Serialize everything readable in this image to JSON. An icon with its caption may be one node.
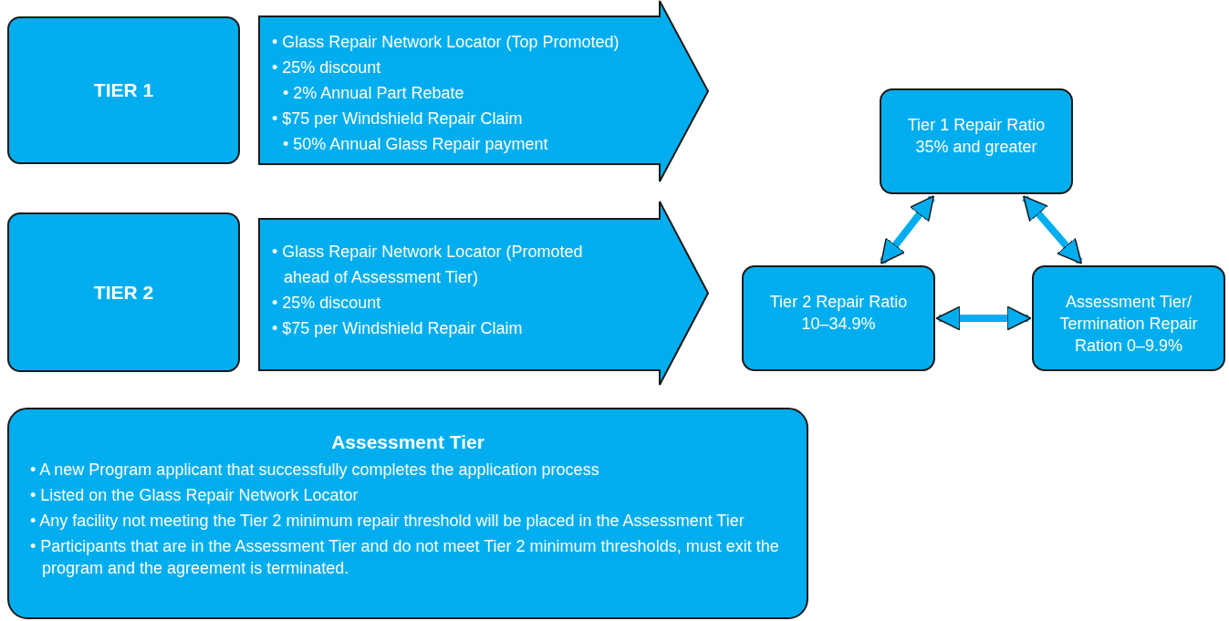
{
  "diagram": {
    "nodes": [
      {
        "text": [
          "TIER 1"
        ]
      },
      {
        "text": [
          "• Glass Repair Network Locator (Top Promoted)",
          "• 25% discount",
          "• 2% Annual Part Rebate",
          "• $75 per Windshield Repair Claim",
          "• 50% Annual Glass Repair payment"
        ]
      },
      {
        "text": [
          "TIER 2"
        ]
      },
      {
        "text": [
          "• Glass Repair Network Locator (Promoted ahead of Assessment Tier)",
          "• 25% discount",
          "• $75 per Windshield Repair Claim"
        ]
      },
      {
        "text": [
          "Tier 1 Repair Ratio 35% and greater"
        ]
      },
      {
        "text": [
          "Tier 2 Repair Ratio 10–34.9%"
        ]
      },
      {
        "text": [
          "Assessment Tier/ Termination Repair Ration 0–9.9%"
        ]
      },
      {
        "text": [
          "Assessment Tier",
          "• A new Program applicant that successfully completes the application process",
          "• Listed on the Glass Repair Network Locator",
          "• Any facility not meeting the Tier 2 minimum repair threshold will be placed in the Assessment Tier",
          "• Participants that are in the Assessment Tier and do not meet Tier 2 minimum thresholds, must exit the program and the agreement is terminated."
        ]
      }
    ],
    "edges": [
      {
        "from": 5,
        "to": 4,
        "arrow": "both"
      },
      {
        "from": 4,
        "to": 6,
        "arrow": "both"
      },
      {
        "from": 5,
        "to": 6,
        "arrow": "both"
      }
    ]
  }
}
